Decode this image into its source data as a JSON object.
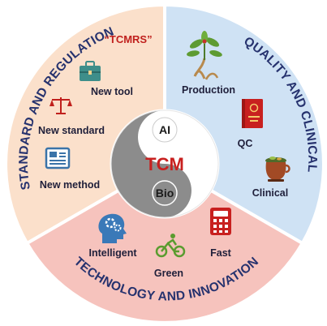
{
  "center": {
    "title": "TCM",
    "top_label": "AI",
    "bottom_label": "Bio"
  },
  "sectors": {
    "standard": {
      "title": "STANDARD AND REGULATION",
      "quote": "“TCMRS”",
      "items": [
        "New tool",
        "New standard",
        "New method"
      ]
    },
    "quality": {
      "title": "QUALITY AND CLINICAL",
      "items": [
        "Production",
        "QC",
        "Clinical"
      ]
    },
    "technology": {
      "title": "TECHNOLOGY AND INNOVATION",
      "items": [
        "Intelligent",
        "Green",
        "Fast"
      ]
    }
  },
  "colors": {
    "standard_bg": "#fbe0cb",
    "quality_bg": "#cfe2f4",
    "technology_bg": "#f6c3bd",
    "arc_text": "#26326e",
    "tcm_red": "#c8201f",
    "yinyang_dark": "#8c8c8c",
    "yinyang_light": "#ffffff"
  }
}
